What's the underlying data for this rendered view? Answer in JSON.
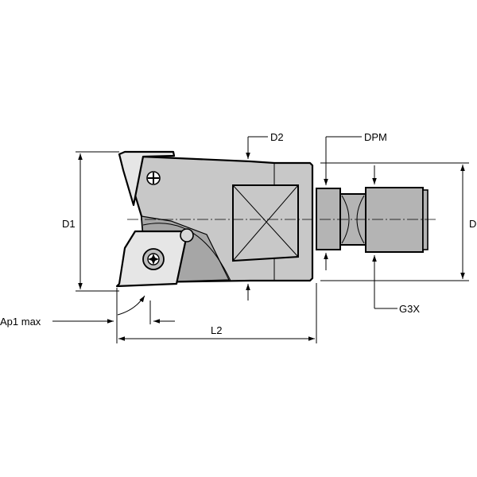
{
  "labels": {
    "d2": "D2",
    "dpm": "DPM",
    "d1": "D1",
    "d": "D",
    "ap1max": "Ap1 max",
    "l2": "L2",
    "g3x": "G3X"
  },
  "colors": {
    "body": "#c8c8c8",
    "body_dark": "#a0a0a0",
    "shaft": "#b4b4b4",
    "insert": "#e6e6e6",
    "line": "#000000"
  }
}
